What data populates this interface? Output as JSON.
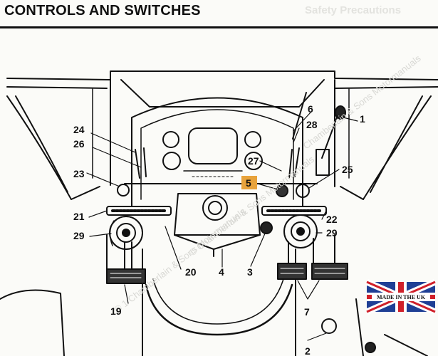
{
  "heading": "CONTROLS AND SWITCHES",
  "ghost_heading": "Safety Precautions",
  "watermarks": [
    "© 1 Chamberlain & Sons Motormanuals",
    "© Chamberlain & Sons Motormanuals",
    "Chamberlain & Sons Motormanuals"
  ],
  "badge": {
    "label": "MADE IN THE UK",
    "colors": {
      "blue": "#1f3f95",
      "red": "#d0202a",
      "white": "#ffffff"
    }
  },
  "callouts": {
    "n1": "1",
    "n2": "2",
    "n3": "3",
    "n4": "4",
    "n5": "5",
    "n6": "6",
    "n7": "7",
    "n19": "19",
    "n20": "20",
    "n21": "21",
    "n22": "22",
    "n23": "23",
    "n24": "24",
    "n25": "25",
    "n26": "26",
    "n27": "27",
    "n28": "28",
    "n29l": "29",
    "n29r": "29"
  },
  "highlight_color": "#e8a33c"
}
